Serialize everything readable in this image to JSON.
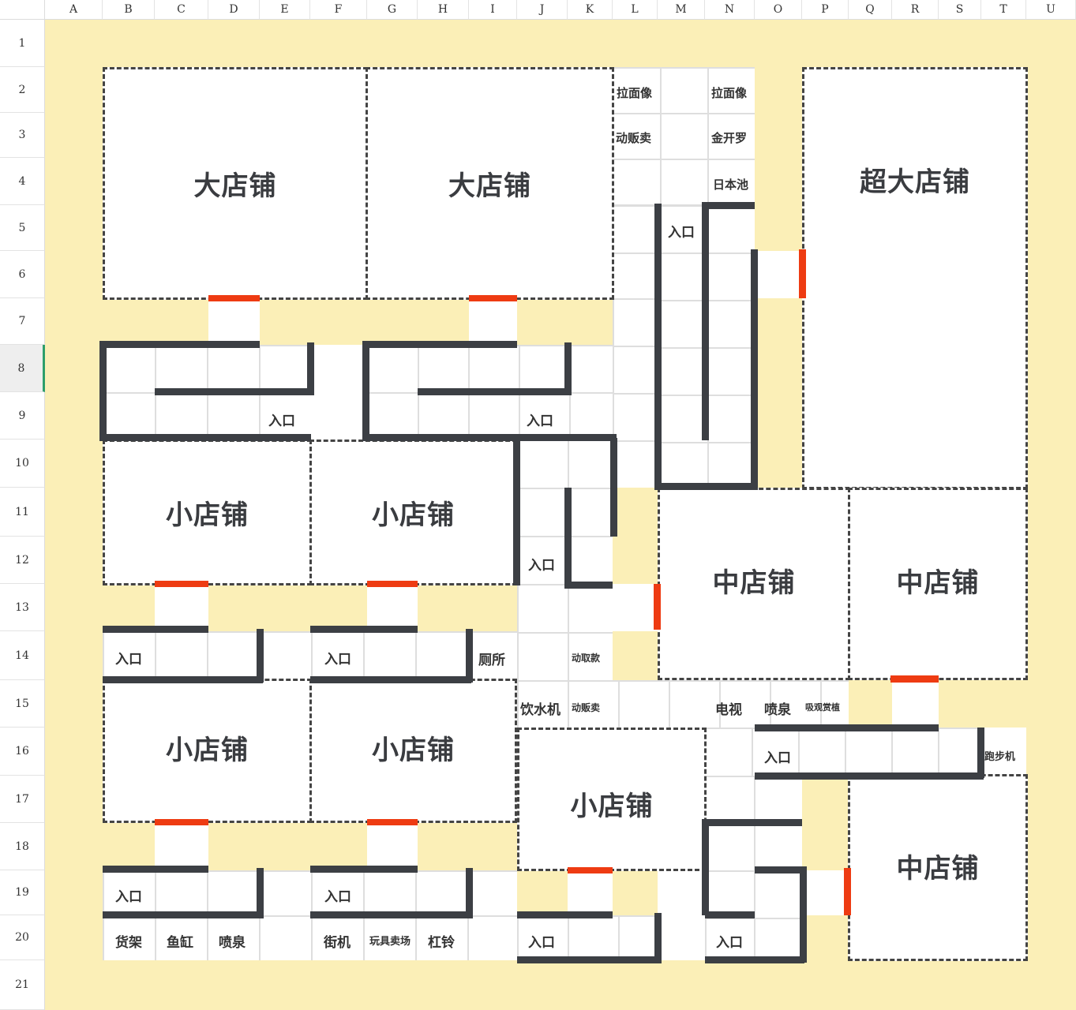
{
  "spreadsheet": {
    "columns": [
      "A",
      "B",
      "C",
      "D",
      "E",
      "F",
      "G",
      "H",
      "I",
      "J",
      "K",
      "L",
      "M",
      "N",
      "O",
      "P",
      "Q",
      "R",
      "S",
      "T",
      "U"
    ],
    "rows": [
      "1",
      "2",
      "3",
      "4",
      "5",
      "6",
      "7",
      "8",
      "9",
      "10",
      "11",
      "12",
      "13",
      "14",
      "15",
      "16",
      "17",
      "18",
      "19",
      "20",
      "21"
    ],
    "active_row": "8"
  },
  "colors": {
    "corridor": "#fbefb7",
    "wall": "#3c3f44",
    "door": "#ee3b12",
    "shop_border": "#444444",
    "active_row_marker": "#2e9e6b"
  },
  "shops": {
    "large_1": "大店铺",
    "large_2": "大店铺",
    "xl": "超大店铺",
    "small_1": "小店铺",
    "small_2": "小店铺",
    "small_3": "小店铺",
    "small_4": "小店铺",
    "small_5": "小店铺",
    "medium_1": "中店铺",
    "medium_2": "中店铺",
    "medium_3": "中店铺"
  },
  "labels": {
    "entrance": "入口",
    "ramen_1": "拉面像",
    "ramen_2": "拉面像",
    "vending_1": "动贩卖",
    "tempura": "金开罗",
    "japan_pond": "日本池",
    "toilet": "厕所",
    "atm": "动取款",
    "water_dispenser": "饮水机",
    "vending_2": "动贩卖",
    "tv": "电视",
    "fountain_1": "喷泉",
    "viewing_plant": "吸观赏植",
    "treadmill": "跑步机",
    "shelf": "货架",
    "fish_tank": "鱼缸",
    "fountain_2": "喷泉",
    "arcade": "街机",
    "toy_booth": "玩具卖场",
    "dumbbell": "杠铃"
  }
}
